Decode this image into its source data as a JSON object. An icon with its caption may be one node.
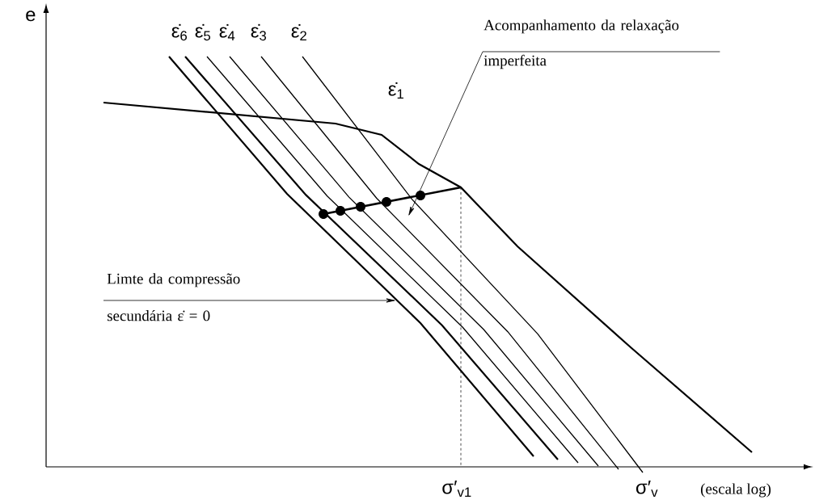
{
  "diagram": {
    "nodes": [
      {
        "text": [
          "Acompanhamento da relaxação imperfeita"
        ]
      },
      {
        "text": [
          "Limte da compressão secundária ε̇ = 0"
        ]
      }
    ],
    "edges": [
      {
        "from": 0,
        "to": null,
        "arrow": "to"
      },
      {
        "from": 1,
        "to": null,
        "arrow": "to"
      }
    ],
    "labels": [
      "e",
      "ε̇$_{6}$",
      "ε̇$_{5}$",
      "ε̇$_{4}$",
      "ε̇$_{3}$",
      "ε̇$_{2}$",
      "ε̇$_{1}$",
      "σ′$_{v1}$",
      "σ′$_{v}$",
      "(escala log)"
    ]
  }
}
